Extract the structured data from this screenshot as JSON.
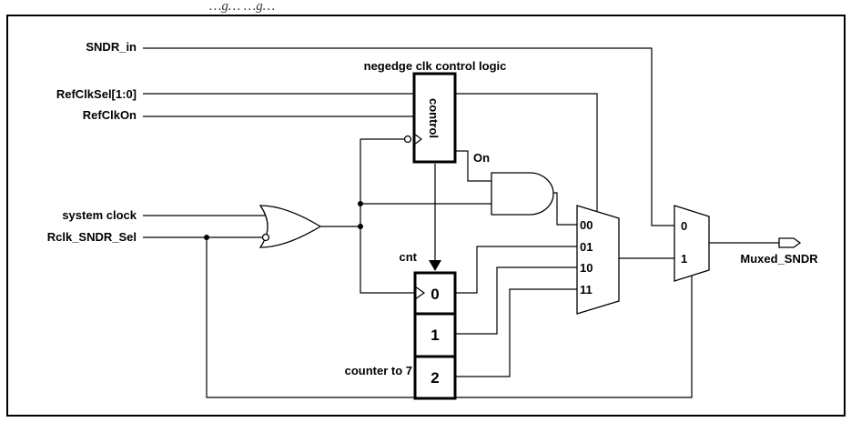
{
  "caption": "…g… …g…",
  "inputs": {
    "sndr_in": "SNDR_in",
    "refclksel": "RefClkSel[1:0]",
    "refclkon": "RefClkOn",
    "system_clock": "system clock",
    "rclk_sndr_sel": "Rclk_SNDR_Sel"
  },
  "control_block": {
    "title": "negedge clk control logic",
    "label": "control"
  },
  "signals": {
    "on": "On",
    "cnt": "cnt"
  },
  "counter": {
    "label": "counter to 7",
    "bits": [
      "0",
      "1",
      "2"
    ]
  },
  "mux4": {
    "inputs": [
      "00",
      "01",
      "10",
      "11"
    ]
  },
  "mux2": {
    "inputs": [
      "0",
      "1"
    ]
  },
  "output": "Muxed_SNDR"
}
